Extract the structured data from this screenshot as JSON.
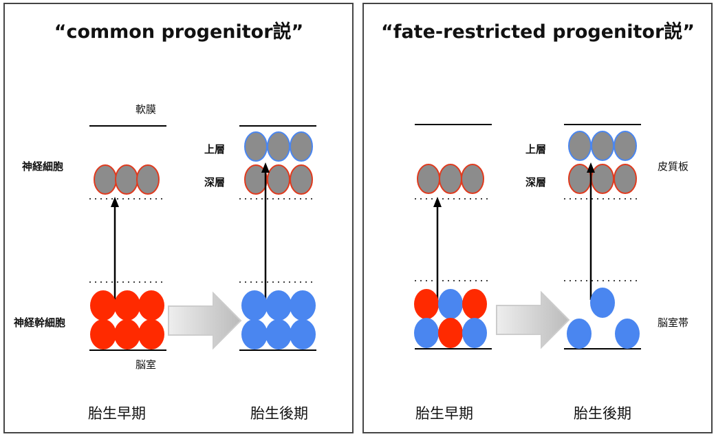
{
  "panels": [
    {
      "title": "“common progenitor説”",
      "labels": {
        "pia": "軟膜",
        "neurons": "神経細胞",
        "stem_cells": "神経幹細胞",
        "ventricle": "脳室",
        "upper_layer": "上層",
        "deep_layer": "深層"
      },
      "stages": {
        "early": "胎生早期",
        "late": "胎生後期"
      },
      "early_progenitors": [
        [
          "red",
          "red",
          "red"
        ],
        [
          "red",
          "red",
          "red"
        ]
      ],
      "late_progenitors": [
        [
          "blue",
          "blue",
          "blue"
        ],
        [
          "blue",
          "blue",
          "blue"
        ]
      ]
    },
    {
      "title": "“fate-restricted progenitor説”",
      "labels": {
        "upper_layer": "上層",
        "deep_layer": "深層",
        "cortical_plate": "皮質板",
        "ventricular_zone": "脳室帯"
      },
      "stages": {
        "early": "胎生早期",
        "late": "胎生後期"
      },
      "early_progenitors": [
        [
          "red",
          "blue",
          "red"
        ],
        [
          "blue",
          "red",
          "blue"
        ]
      ],
      "late_progenitors": [
        [
          "none",
          "blue",
          "none"
        ],
        [
          "blue",
          "none",
          "blue"
        ]
      ]
    }
  ],
  "colors": {
    "red_progenitor": "#ff2a00",
    "blue_progenitor": "#4a86f0",
    "neuron_fill": "#8c8c8c",
    "deep_neuron_outline": "#e03a1e",
    "upper_neuron_outline": "#4a86f0",
    "transition_arrow": "#cccccc"
  },
  "icons": {
    "transition": "block-arrow-right",
    "lineage": "arrow-up"
  }
}
